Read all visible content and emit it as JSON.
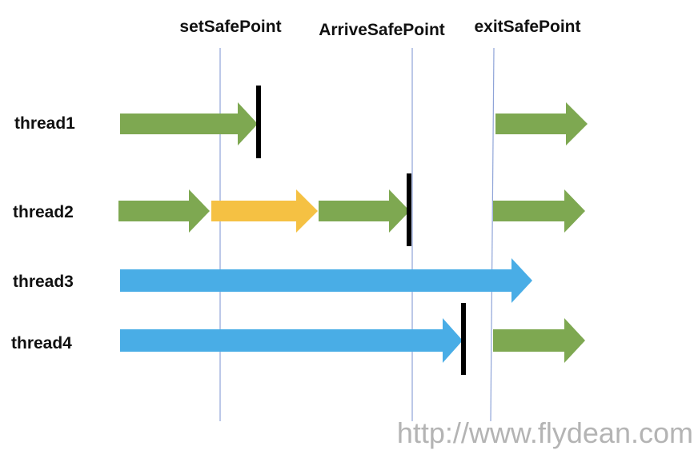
{
  "headers": {
    "set": "setSafePoint",
    "arrive": "ArriveSafePoint",
    "exit": "exitSafePoint"
  },
  "threads": {
    "t1": "thread1",
    "t2": "thread2",
    "t3": "thread3",
    "t4": "thread4"
  },
  "watermark": "http://www.flydean.com",
  "colors": {
    "running": "#7ea851",
    "transition": "#f5c143",
    "long_running": "#49ade6",
    "stop_bar": "#000000",
    "guide_line": "#8fa4d8"
  }
}
